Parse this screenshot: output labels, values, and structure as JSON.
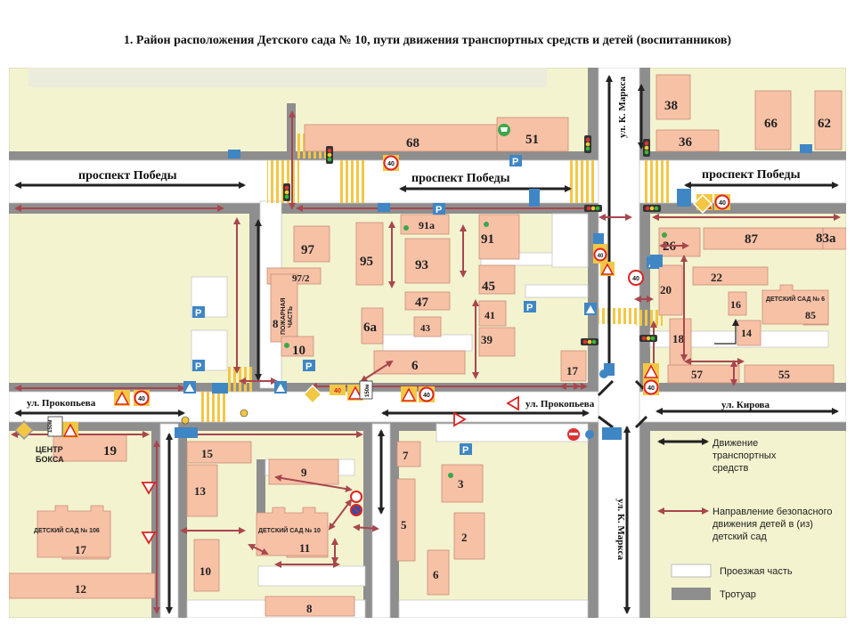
{
  "title": "1. Район расположения Детского сада № 10, пути движения транспортных  средств и детей (воспитанников)",
  "streets": {
    "pobedy": "проспект Победы",
    "prokopeva": "ул. Прокопьева",
    "kirova": "ул. Кирова",
    "marksa": "ул. К. Маркса"
  },
  "buildings": {
    "b38": "38",
    "b36": "36",
    "b66": "66",
    "b62": "62",
    "b68": "68",
    "b51": "51",
    "b91a": "91а",
    "b91": "91",
    "b26": "26",
    "b87": "87",
    "b83a": "83а",
    "b97": "97",
    "b97_2": "97/2",
    "b95": "95",
    "b93": "93",
    "b45": "45",
    "b47": "47",
    "b41": "41",
    "b39": "39",
    "b43": "43",
    "b6a": "6а",
    "b8": "8",
    "b10top": "10",
    "b6top": "6",
    "b17top": "17",
    "b22": "22",
    "b20": "20",
    "b16": "16",
    "b14": "14",
    "b18": "18",
    "b57": "57",
    "b55": "55",
    "b85": "85",
    "b19": "19",
    "b15": "15",
    "b13": "13",
    "b9": "9",
    "b7": "7",
    "b3": "3",
    "b5": "5",
    "b2": "2",
    "b11": "11",
    "b17bot": "17",
    "b12": "12",
    "b10bot": "10",
    "b6bot": "6",
    "b8bot": "8"
  },
  "labels": {
    "boxing_center_1": "ЦЕНТР",
    "boxing_center_2": "БОКСА",
    "kg106": "ДЕТСКИЙ САД № 106",
    "kg10": "ДЕТСКИЙ САД № 10",
    "kg6": "ДЕТСКИЙ САД № 6",
    "fire_station_1": "ПОЖАРНАЯ",
    "fire_station_2": "ЧАСТЬ"
  },
  "signs": {
    "speed_limit": "40",
    "distance_1": "150м",
    "parking": "P"
  },
  "legend": {
    "vehicles_1": "Движение",
    "vehicles_2": "транспортных",
    "vehicles_3": "средств",
    "children_1": "Направление безопасного",
    "children_2": "движения детей в (из)",
    "children_3": "детский сад",
    "roadway": "Проезжая часть",
    "sidewalk": "Тротуар"
  },
  "colors": {
    "building": "#f7c1a6",
    "background": "#f3f3cf",
    "road": "#ffffff",
    "sidewalk": "#8e8e8e",
    "child_route": "#a8464e",
    "vehicle_route": "#222222"
  }
}
